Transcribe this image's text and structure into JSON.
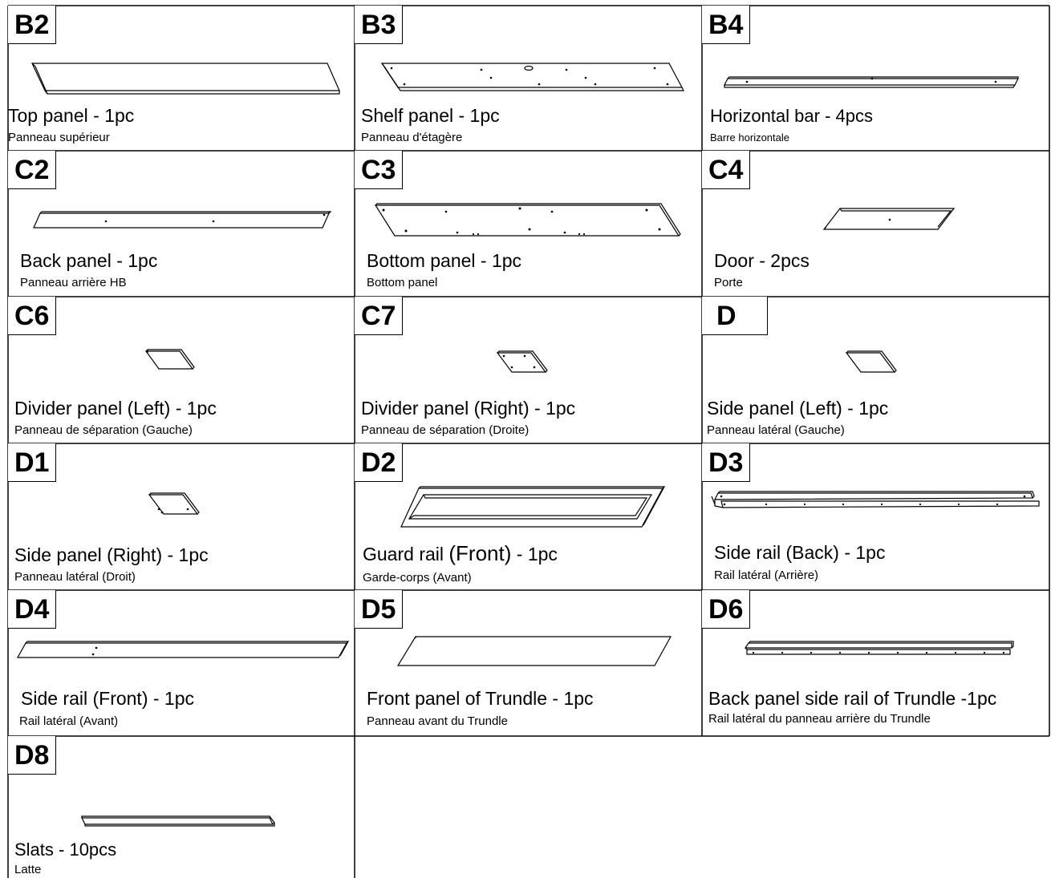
{
  "parts": [
    {
      "code": "B2",
      "name": "Top panel - 1pc",
      "name_fr": "Panneau supérieur"
    },
    {
      "code": "B3",
      "name": "Shelf panel - 1pc",
      "name_fr": "Panneau d'étagère"
    },
    {
      "code": "B4",
      "name": "Horizontal bar - 4pcs",
      "name_fr": "Barre horizontale"
    },
    {
      "code": "C2",
      "name": "Back panel - 1pc",
      "name_fr": "Panneau arrière HB"
    },
    {
      "code": "C3",
      "name": "Bottom panel - 1pc",
      "name_fr": "Bottom panel"
    },
    {
      "code": "C4",
      "name": "Door - 2pcs",
      "name_fr": "Porte"
    },
    {
      "code": "C6",
      "name": "Divider panel (Left) - 1pc",
      "name_fr": "Panneau de séparation (Gauche)"
    },
    {
      "code": "C7",
      "name": "Divider panel (Right) - 1pc",
      "name_fr": "Panneau de séparation (Droite)"
    },
    {
      "code": "D",
      "name": "Side panel (Left) - 1pc",
      "name_fr": "Panneau latéral (Gauche)"
    },
    {
      "code": "D1",
      "name": "Side panel (Right) - 1pc",
      "name_fr": "Panneau latéral (Droit)"
    },
    {
      "code": "D2",
      "name_pre": "Guard rail ",
      "name_big": "(Front)",
      "name_post": " - 1pc",
      "name_fr": "Garde-corps (Avant)"
    },
    {
      "code": "D3",
      "name": "Side rail (Back) - 1pc",
      "name_fr": "Rail latéral (Arrière)"
    },
    {
      "code": "D4",
      "name": "Side rail (Front) - 1pc",
      "name_fr": "Rail latéral (Avant)"
    },
    {
      "code": "D5",
      "name": "Front panel of Trundle - 1pc",
      "name_fr": "Panneau avant du Trundle"
    },
    {
      "code": "D6",
      "name": "Back panel side rail of Trundle -1pc",
      "name_fr": "Rail latéral du panneau arrière du Trundle"
    },
    {
      "code": "D8",
      "name": "Slats  - 10pcs",
      "name_fr": "Latte"
    }
  ],
  "colors": {
    "line": "#000000",
    "background": "#ffffff"
  }
}
